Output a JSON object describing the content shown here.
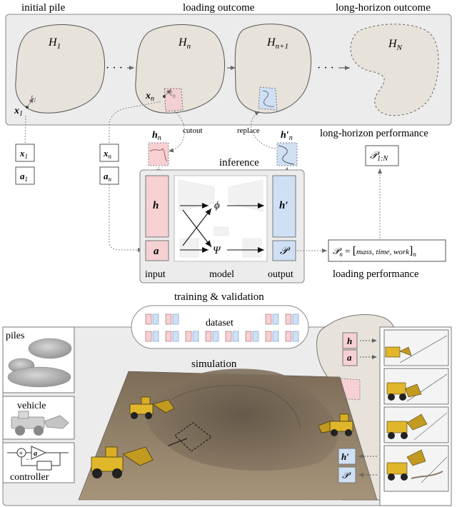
{
  "top": {
    "label_initial": "initial pile",
    "label_loading": "loading outcome",
    "label_long": "long-horizon outcome",
    "pile_labels": [
      "H",
      "H",
      "H",
      "H"
    ],
    "pile_subs": [
      "1",
      "n",
      "n+1",
      "N"
    ],
    "dots": "· · ·",
    "x1": "x",
    "x1_sub": "1",
    "t1": "t",
    "t1_sub": "1",
    "xn": "x",
    "xn_sub": "n",
    "tn": "t",
    "tn_sub": "n",
    "long_perf": "long-horizon performance"
  },
  "middle": {
    "x1": "x",
    "x1_sub": "1",
    "a1": "a",
    "a1_sub": "1",
    "xn": "x",
    "xn_sub": "n",
    "an": "a",
    "an_sub": "n",
    "hn": "h",
    "hn_sub": "n",
    "hpn": "h′",
    "hpn_sub": "n",
    "cutout": "cutout",
    "replace": "replace",
    "inference": "inference",
    "h": "h",
    "a": "a",
    "phi": "ϕ",
    "psi": "Ψ",
    "hprime": "h′",
    "P": "𝒫",
    "input": "input",
    "model": "model",
    "output": "output",
    "P1N": "𝒫",
    "P1N_sub": "1:N",
    "Pn_left": "𝒫",
    "Pn_sub": "n",
    "Pn_eq": " = ",
    "Pn_inner": "mass, time, work",
    "loading_perf": "loading performance"
  },
  "bottom": {
    "training": "training & validation",
    "dataset": "dataset",
    "piles": "piles",
    "vehicle": "vehicle",
    "controller": "controller",
    "simulation": "simulation",
    "h": "h",
    "a": "a",
    "hprime": "h′",
    "P": "𝒫",
    "ctrl_a": "a",
    "ctrl_plus": "+",
    "ctrl_minus": "−"
  },
  "colors": {
    "pile_fill": "#e8e3da",
    "panel_bg": "#ececec",
    "pink": "#f6d0d3",
    "pink_stroke": "#c9747c",
    "blue": "#cfe0f5",
    "blue_stroke": "#6f95c8",
    "sand": "#8a7b66"
  }
}
